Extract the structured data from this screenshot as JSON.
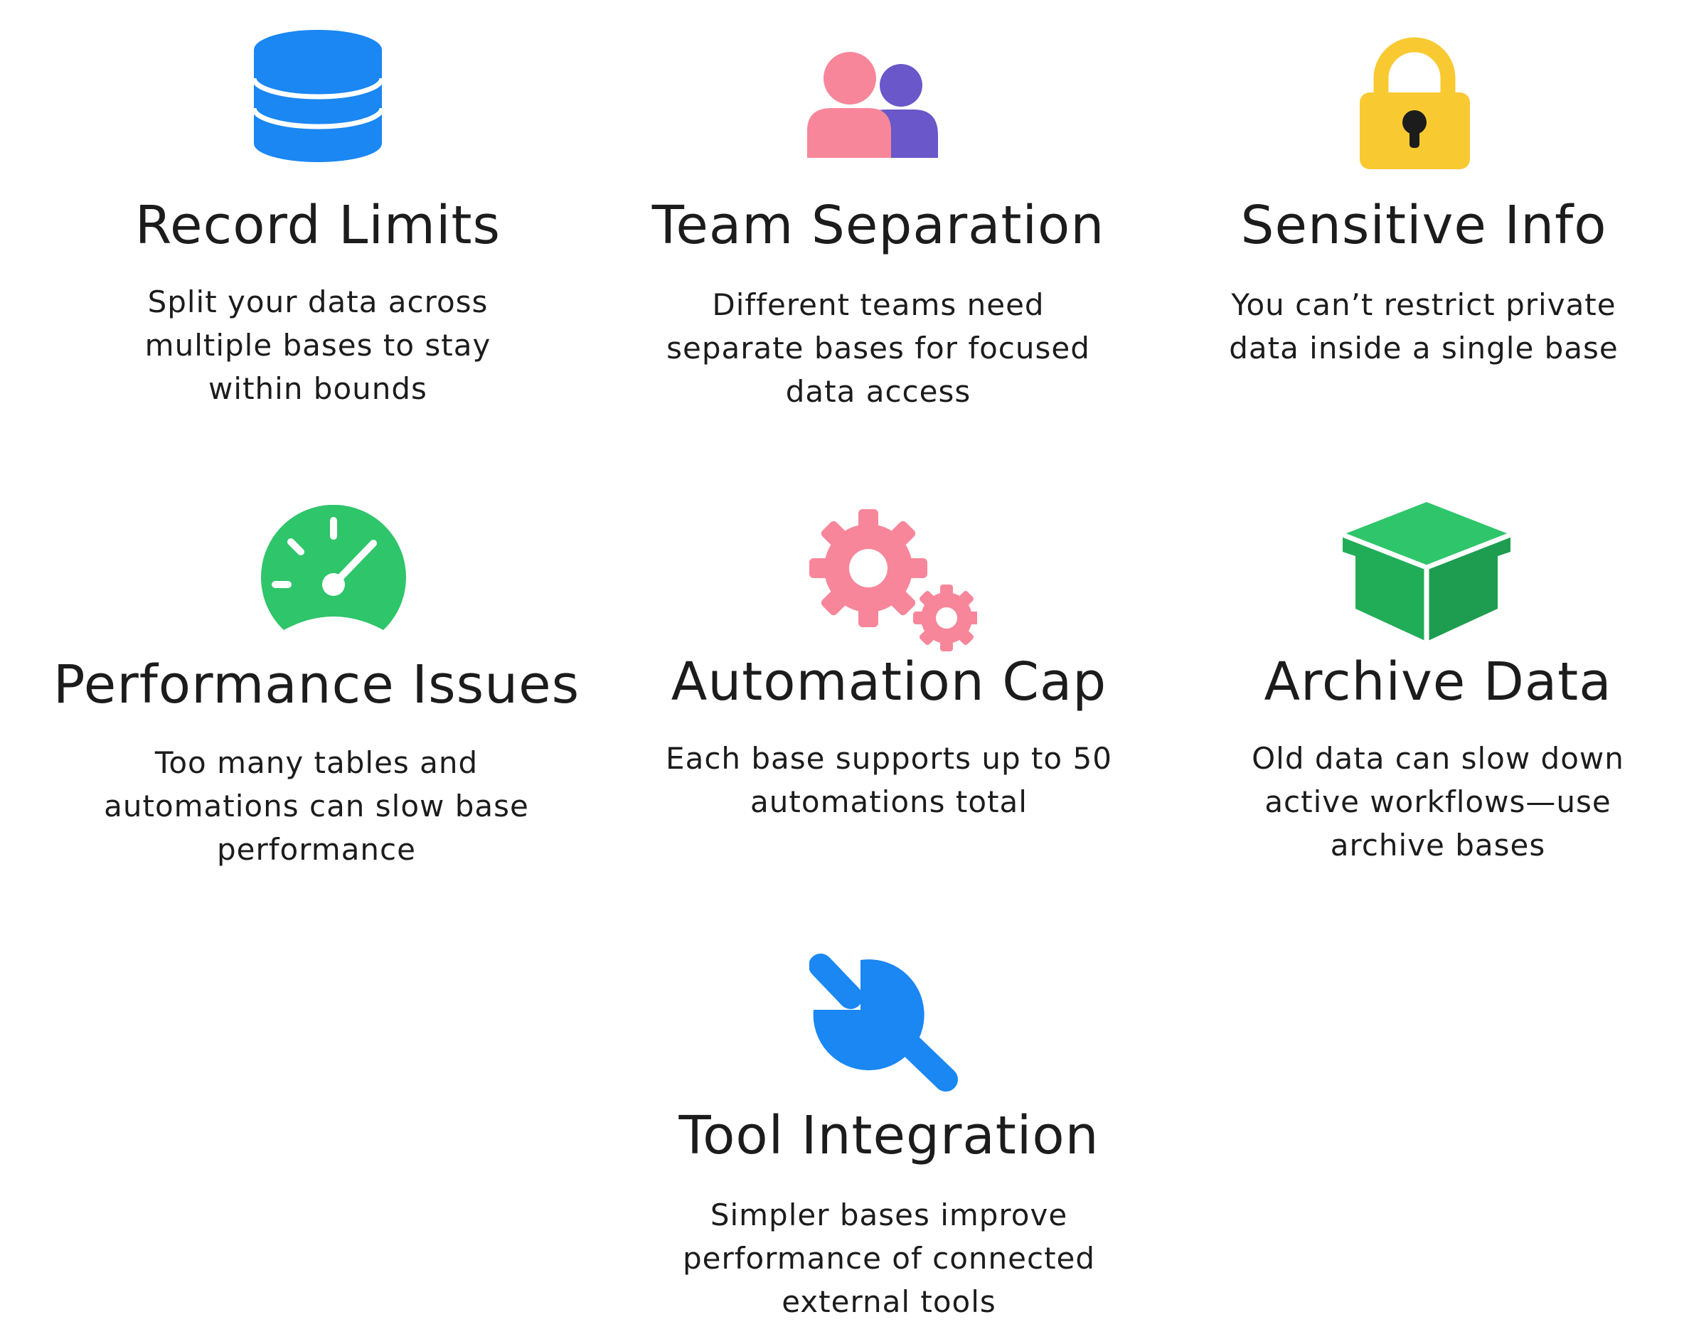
{
  "items": [
    {
      "title": "Record Limits",
      "description": "Split your data across multiple bases to stay within bounds",
      "icon": "database-icon",
      "color": "#1a87f3"
    },
    {
      "title": "Team Separation",
      "description": "Different teams need separate bases for focused data access",
      "icon": "users-icon",
      "colors": [
        "#f7869a",
        "#6a57c9"
      ]
    },
    {
      "title": "Sensitive Info",
      "description": "You can’t restrict private data inside a single base",
      "icon": "lock-icon",
      "color": "#f9c932"
    },
    {
      "title": "Performance Issues",
      "description": "Too many tables and automations can slow base performance",
      "icon": "speedometer-icon",
      "color": "#2fc56a"
    },
    {
      "title": "Automation Cap",
      "description": "Each base supports up to 50 automations total",
      "icon": "gears-icon",
      "color": "#f7869a"
    },
    {
      "title": "Archive Data",
      "description": "Old data can slow down active workflows—use archive bases",
      "icon": "box-icon",
      "color": "#21ad58"
    },
    {
      "title": "Tool Integration",
      "description": "Simpler bases improve performance of connected external tools",
      "icon": "wrench-icon",
      "color": "#1a87f3"
    }
  ]
}
